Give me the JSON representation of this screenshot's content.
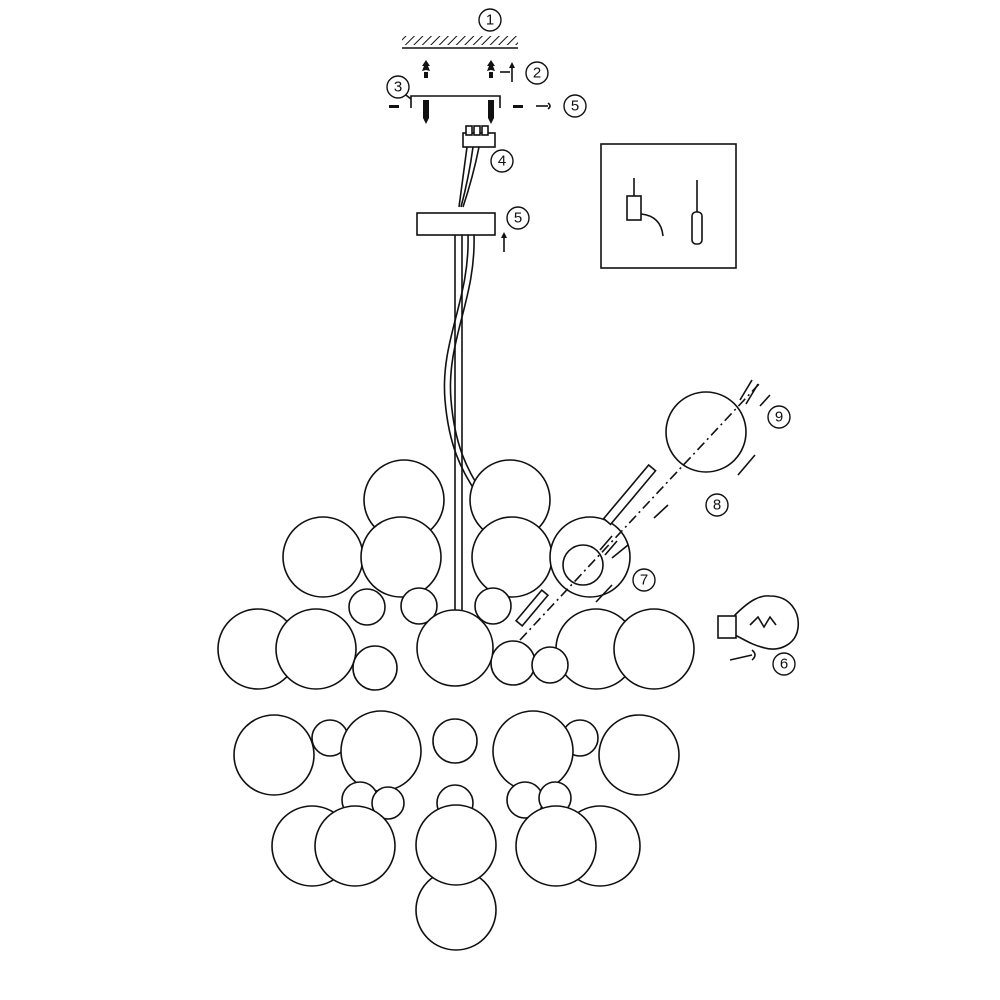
{
  "title": "Chandelier assembly diagram",
  "callouts": [
    {
      "id": "c1",
      "label": "1"
    },
    {
      "id": "c2",
      "label": "2"
    },
    {
      "id": "c3",
      "label": "3"
    },
    {
      "id": "c5a",
      "label": "5"
    },
    {
      "id": "c4",
      "label": "4"
    },
    {
      "id": "c5b",
      "label": "5"
    },
    {
      "id": "c9",
      "label": "9"
    },
    {
      "id": "c8",
      "label": "8"
    },
    {
      "id": "c7",
      "label": "7"
    },
    {
      "id": "c6",
      "label": "6"
    }
  ],
  "tools": [
    "drill-icon",
    "screwdriver-icon"
  ],
  "colors": {
    "line": "#111111",
    "background": "#ffffff"
  }
}
